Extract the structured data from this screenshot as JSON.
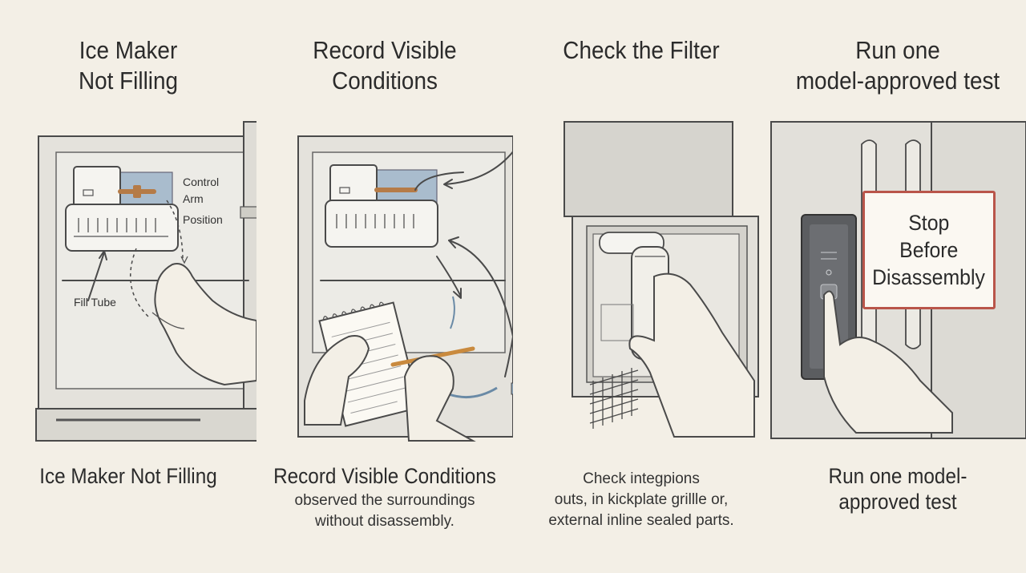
{
  "panels": [
    {
      "title_lines": [
        "Ice Maker",
        "Not Filling"
      ],
      "caption_lines": [
        "Ice Maker Not Filling"
      ],
      "sub_lines": [],
      "callouts": {
        "control_arm": [
          "Control",
          "Arm",
          "Position"
        ],
        "fill_tube": "Fill Tube"
      }
    },
    {
      "title_lines": [
        "Record Visible",
        "Conditions"
      ],
      "caption_lines": [
        "Record Visible Conditions"
      ],
      "sub_lines": [
        "observed the surroundings",
        "without disassembly."
      ]
    },
    {
      "title_lines": [
        "Check the Filter"
      ],
      "caption_lines": [],
      "sub_lines": [
        "Check integpions",
        "outs, in kickplate grillle or,",
        "external inline sealed parts."
      ]
    },
    {
      "title_lines": [
        "Run one",
        "model-approved test"
      ],
      "caption_lines": [
        "Run one model-",
        "approved test"
      ],
      "sub_lines": [],
      "warning_lines": [
        "Stop",
        "Before",
        "Disassembly"
      ]
    }
  ],
  "colors": {
    "background": "#f3efe6",
    "warning_border": "#b9554a",
    "ice_tray_blue": "#a9bccd",
    "copper": "#b57b47"
  }
}
